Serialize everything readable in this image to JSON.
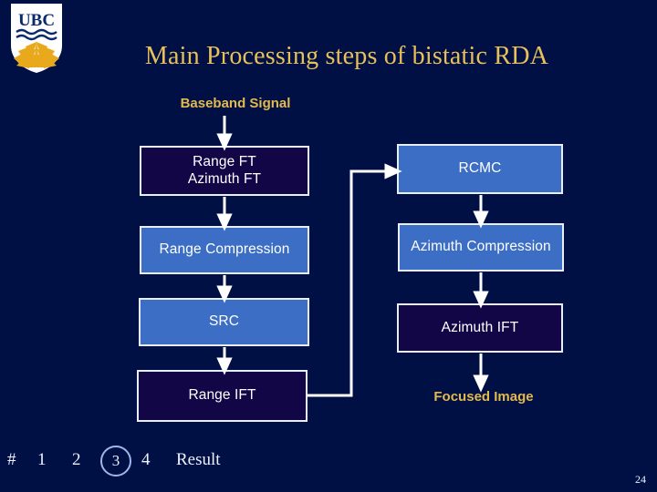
{
  "slide": {
    "title": "Main Processing steps of bistatic RDA",
    "page_number": "24",
    "background_color": "#001044",
    "title_color": "#e8c05a",
    "node_fill_color": "#3b6ec4",
    "node_hollow_color": "#120646",
    "node_border_color": "#e9eefb",
    "accent_gold": "#e2b94f"
  },
  "logo": {
    "name": "ubc-shield-logo",
    "text": "UBC"
  },
  "diagram": {
    "entry_label": "Baseband Signal",
    "exit_label": "Focused Image",
    "left_column": [
      {
        "label_line1": "Range FT",
        "label_line2": "Azimuth FT",
        "style": "hollow"
      },
      {
        "label_line1": "Range Compression",
        "label_line2": "",
        "style": "filled"
      },
      {
        "label_line1": "SRC",
        "label_line2": "",
        "style": "filled"
      },
      {
        "label_line1": "Range IFT",
        "label_line2": "",
        "style": "hollow"
      }
    ],
    "right_column": [
      {
        "label_line1": "RCMC",
        "label_line2": "",
        "style": "filled"
      },
      {
        "label_line1": "Azimuth Compression",
        "label_line2": "",
        "style": "filled"
      },
      {
        "label_line1": "Azimuth IFT",
        "label_line2": "",
        "style": "hollow"
      }
    ]
  },
  "nav": {
    "items": [
      {
        "label": "#",
        "circled": false
      },
      {
        "label": "1",
        "circled": false
      },
      {
        "label": "2",
        "circled": false
      },
      {
        "label": "3",
        "circled": true
      },
      {
        "label": "4",
        "circled": false
      },
      {
        "label": "Result",
        "circled": false
      }
    ]
  }
}
